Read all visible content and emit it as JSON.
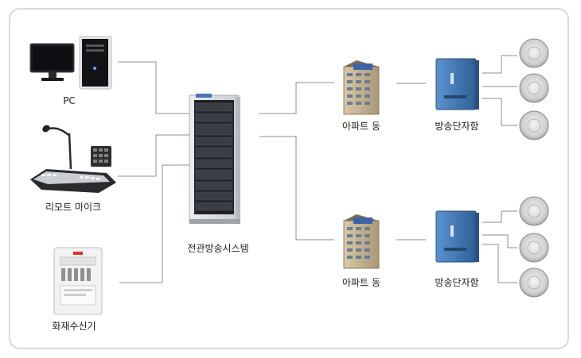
{
  "labels": {
    "pc": "PC",
    "remote_mic": "리모트 마이크",
    "fire_receiver": "화재수신기",
    "central_system": "전관방송시스템",
    "apartment_top": "아파트 동",
    "apartment_bottom": "아파트 동",
    "terminal_box_top": "방송단자함",
    "terminal_box_bottom": "방송단자함"
  },
  "colors": {
    "line": "#8c8c8c",
    "frame": "#d9d9d9",
    "box_blue": "#3f78b5",
    "rack_dark": "#2a2d33",
    "speaker_grey": "#c9c9c9"
  }
}
